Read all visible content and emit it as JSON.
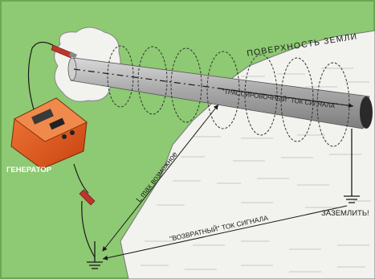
{
  "labels": {
    "surface": "ПОВЕРХНОСТЬ ЗЕМЛИ",
    "tracing_current": "\"ТРАССИРОВОЧНЫЙ\" ТОК СИГНАЛА",
    "return_current": "\"ВОЗВРАТНЫЙ\" ТОК СИГНАЛА",
    "generator": "ГЕНЕРАТОР",
    "ground": "ЗАЗЕМЛИТЬ!",
    "lmax": "L max возможное"
  },
  "colors": {
    "grass": "#8ec973",
    "soil": "#f2f2ee",
    "pipe": "#b9b9b9",
    "generator": "#e8571c",
    "clamp": "#c0342b"
  },
  "icons": {
    "generator": "generator-device-icon",
    "ground": "ground-symbol-icon",
    "clamp": "alligator-clip-icon"
  }
}
